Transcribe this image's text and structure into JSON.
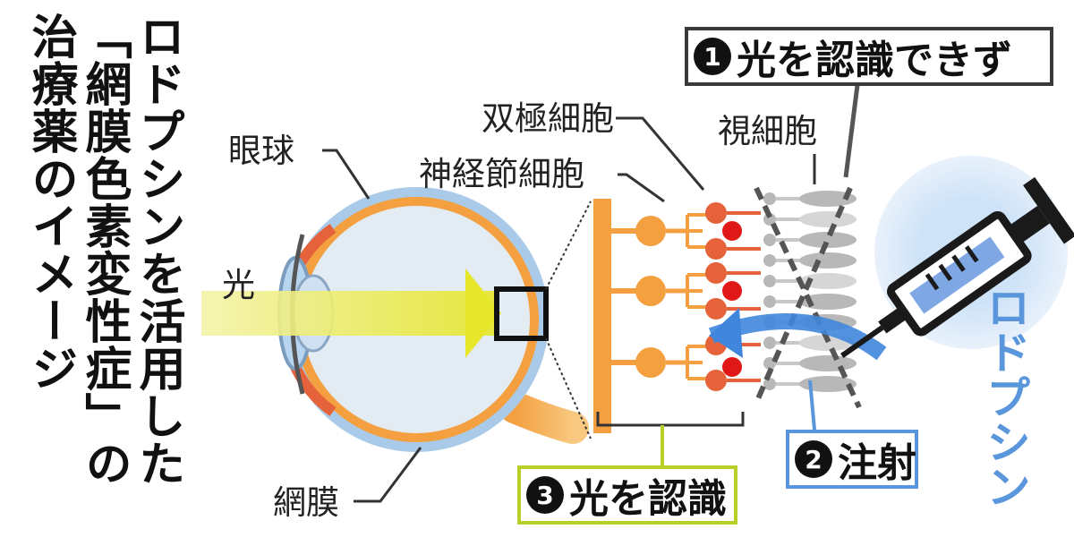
{
  "title_lines": [
    "ロドプシンを活用した",
    "「網膜色素変性症」の",
    "治療薬のイメージ"
  ],
  "labels": {
    "eyeball": "眼球",
    "light": "光",
    "retina": "網膜",
    "bipolar_cell": "双極細胞",
    "ganglion_cell": "神経節細胞",
    "photoreceptor": "視細胞",
    "rhodopsin": "ロドプシン"
  },
  "steps": [
    {
      "number": "1",
      "text": "光を認識できず",
      "border_color": "#3a3a3a"
    },
    {
      "number": "2",
      "text": "注射",
      "border_color": "#5a96dc"
    },
    {
      "number": "3",
      "text": "光を認識",
      "border_color": "#b8cf2a"
    }
  ],
  "colors": {
    "ganglion": "#f4a040",
    "bipolar": "#e5623a",
    "photoreceptor_dot": "#e01818",
    "photoreceptor": "#b8b8b8",
    "light_arrow": "#e6e62a",
    "injection_arrow": "#3f86dc",
    "syringe": "#1a1a1a",
    "drug": "#7ea7e3"
  },
  "icons": {
    "step_number": "numbered-circle",
    "syringe": "syringe-icon"
  }
}
